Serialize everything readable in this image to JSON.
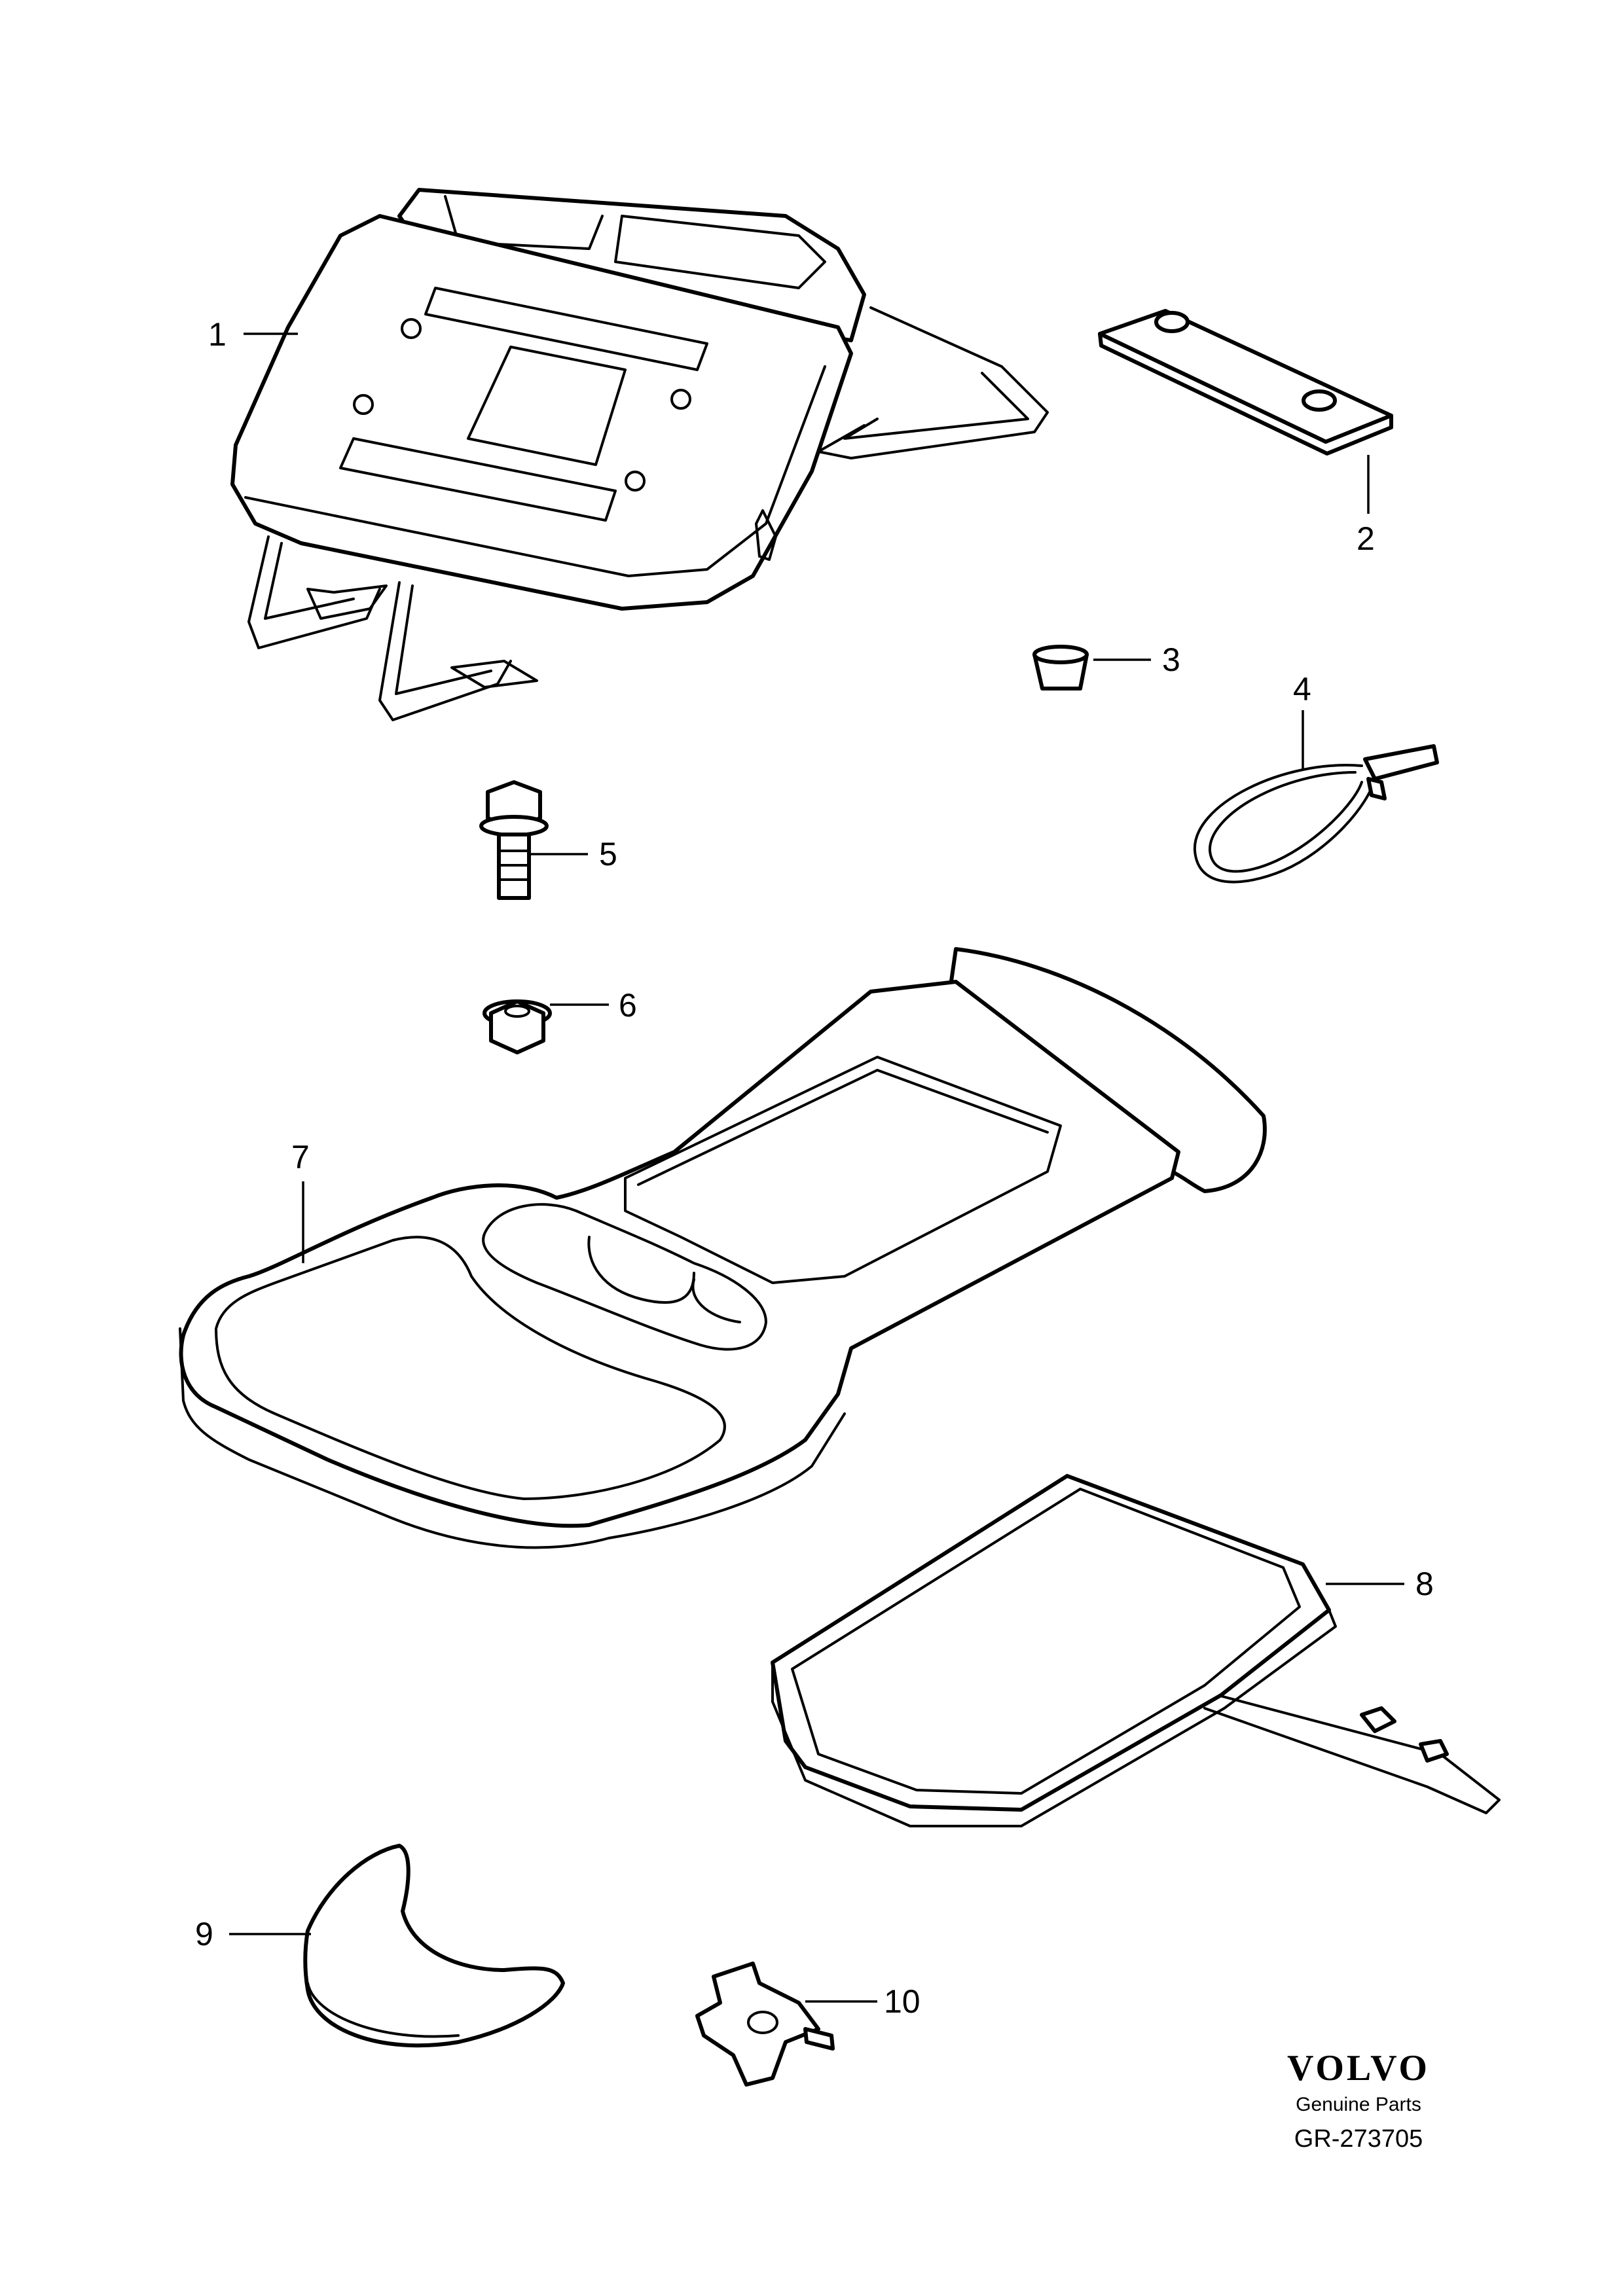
{
  "callouts": {
    "c1": "1",
    "c2": "2",
    "c3": "3",
    "c4": "4",
    "c5": "5",
    "c6": "6",
    "c7": "7",
    "c8": "8",
    "c9": "9",
    "c10": "10"
  },
  "brand": {
    "logo_text": "VOLVO",
    "tagline": "Genuine Parts",
    "reference": "GR-273705"
  }
}
